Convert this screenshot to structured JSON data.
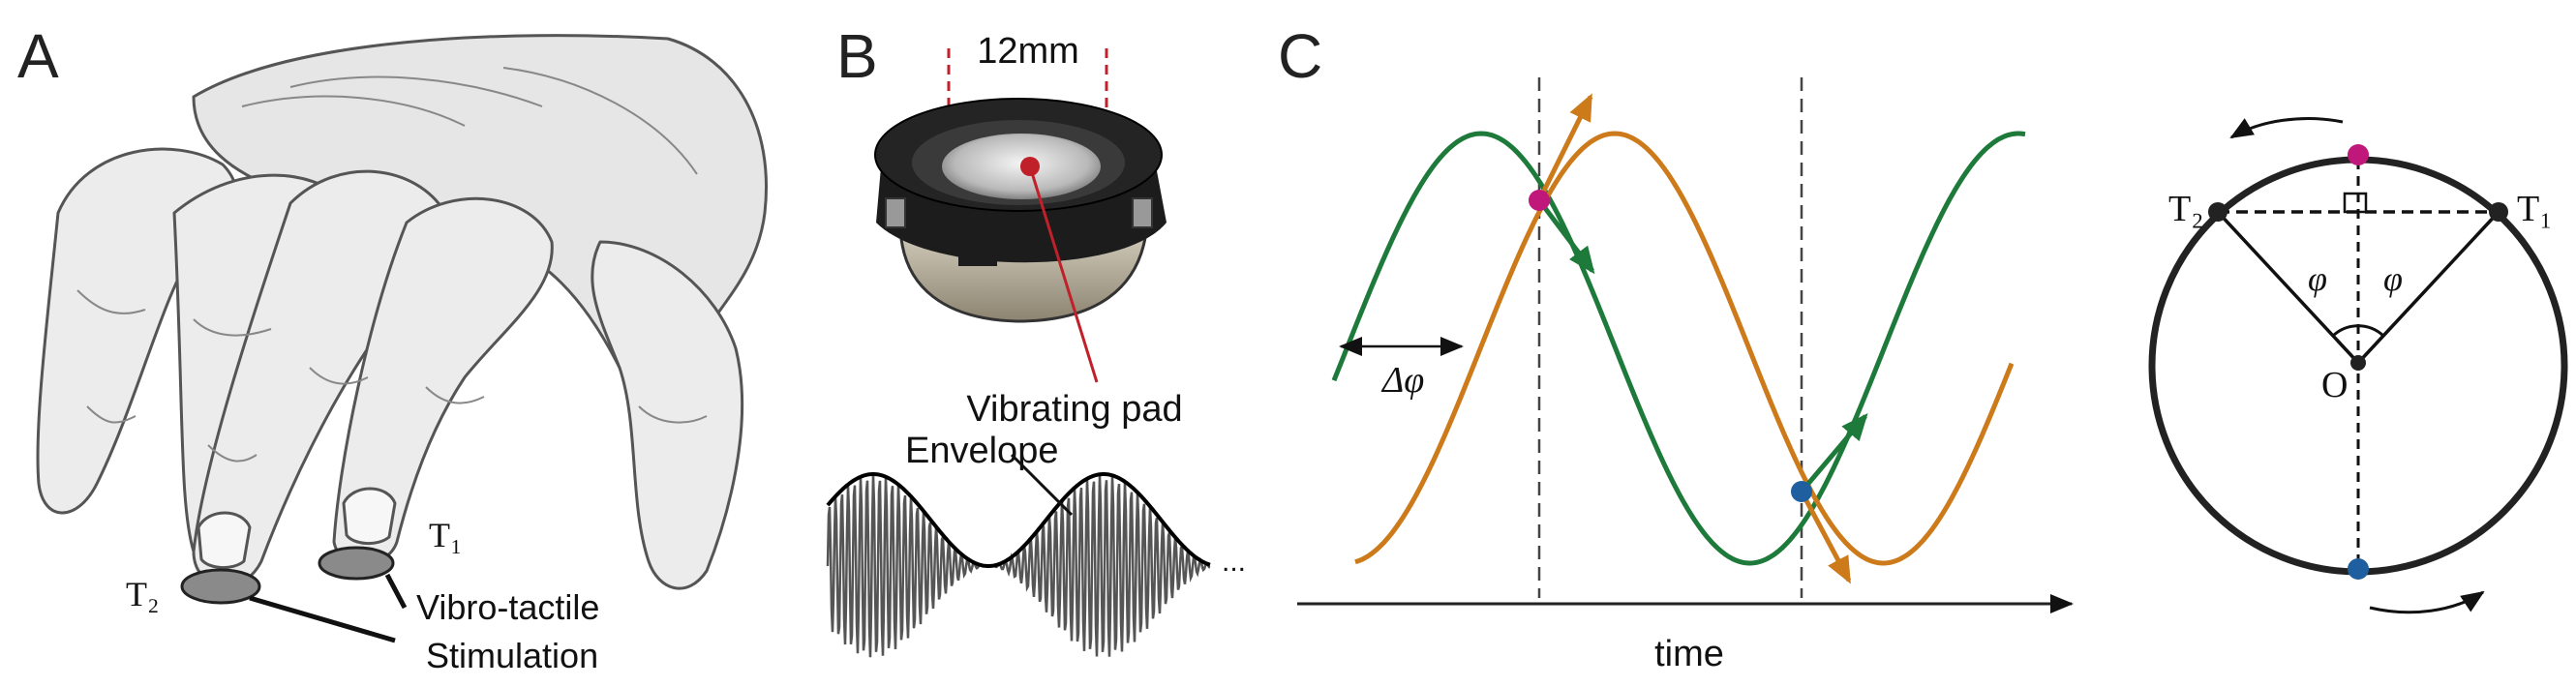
{
  "panels": {
    "a": {
      "letter": "A",
      "t1": "T₁",
      "t2": "T₂",
      "stim_line1": "Vibro-tactile",
      "stim_line2": "Stimulation"
    },
    "b": {
      "letter": "B",
      "size_label": "12mm",
      "pad_label": "Vibrating pad",
      "envelope_label": "Envelope",
      "ellipsis": "..."
    },
    "c": {
      "letter": "C",
      "phase_label": "Δφ",
      "xlabel": "time",
      "t1": "T₁",
      "t2": "T₂",
      "origin": "O",
      "angle_left": "φ",
      "angle_right": "φ"
    }
  },
  "colors": {
    "green": "#1e7a3a",
    "orange": "#cc7a1a",
    "magenta": "#c0187a",
    "blue": "#1f5fa0",
    "ink": "#111111",
    "dashed_red": "#c0202a"
  },
  "icons": [
    "hand-drawing",
    "speaker-drawing",
    "vibration-waveform"
  ]
}
